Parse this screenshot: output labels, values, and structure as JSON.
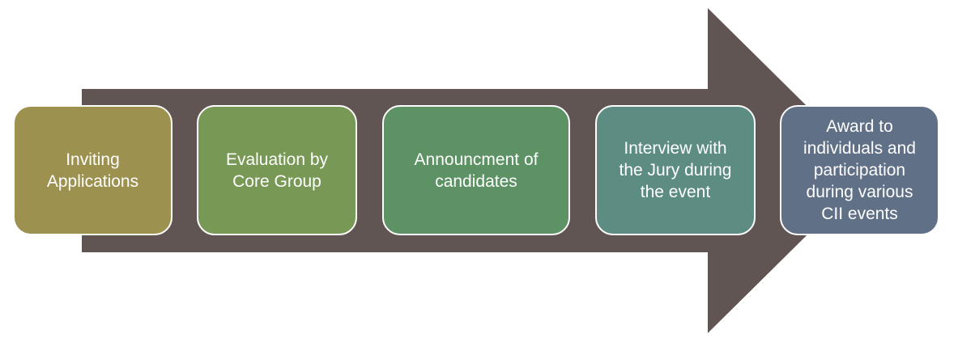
{
  "colors": {
    "arrow": "#615553",
    "step_1": "#9d914f",
    "step_2": "#789855",
    "step_3": "#5c9264",
    "step_4": "#5d8c82",
    "step_5": "#607087",
    "text": "#ffffff"
  },
  "steps": [
    {
      "label": "Inviting\nApplications"
    },
    {
      "label": "Evaluation by\nCore Group"
    },
    {
      "label": "Announcment of\ncandidates"
    },
    {
      "label": "Interview with\nthe Jury during\nthe event"
    },
    {
      "label": "Award to\nindividuals and\nparticipation\nduring various\nCII events"
    }
  ]
}
